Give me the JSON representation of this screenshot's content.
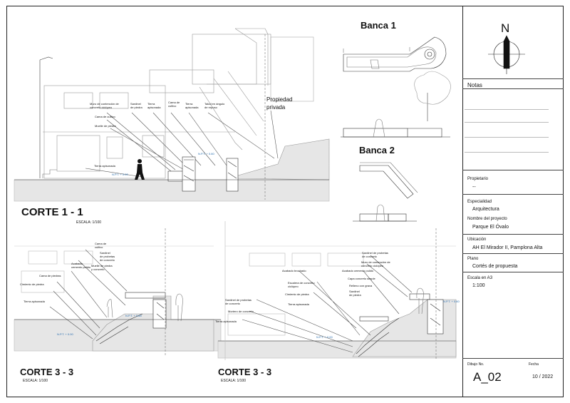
{
  "north": {
    "label": "N"
  },
  "section_titles": {
    "corte_1": "CORTE 1 - 1",
    "corte_1_scale": "ESCALA: 1/100",
    "corte_3a": "CORTE 3 - 3",
    "corte_3a_scale": "ESCALA: 1/100",
    "corte_3b": "CORTE 3 - 3",
    "corte_3b_scale": "ESCALA: 1/100"
  },
  "banca_1": "Banca 1",
  "banca_2": "Banca 2",
  "propiedad_privada": "Propiedad\nprivada",
  "corte1_labels": [
    "Muro de contención de\nconcreto ciclópeo",
    "Sardinel\nde piedra",
    "Tierra\napisonada",
    "Cama de\ncultivo",
    "Tierra\napisonada",
    "Talud en ángulo\nde reposo",
    "Cama de cultivo",
    "Muelle de piedra",
    "Tierra apisonada"
  ],
  "corte3a_labels": [
    "Cama de\ncultivo",
    "Sardinel\nde probetas\nde concreto",
    "Acabado\ncemento pulido",
    "Muelle de piedra\ny concreto",
    "Cama de piedras",
    "Cimiento de piedra",
    "Tierra apisonada"
  ],
  "corte3b_labels": [
    "Sardinel de probetas\nde concreto",
    "Muro de contención de\nconcreto ciclópeo",
    "Acabado brochado",
    "Acabado cemento pulido",
    "Capa concreto simple",
    "Escalera de concreto\nciclópeo",
    "Relleno con grava",
    "Cimiento de piedra",
    "Sardinel\nde piedra",
    "Sardinel de probetas\nde concreto",
    "Tierra apisonada",
    "Mortero de concreto",
    "Tierra apisonada"
  ],
  "levels": {
    "c1_a": "N.P.T. + 0.60",
    "c1_b": "N.P.T. + 0.00",
    "c3a_a": "N.P.T. + 0.60",
    "c3a_b": "N.P.T. + 0.00",
    "c3b_a": "N.P.T. + 0.60",
    "c3b_b": "N.P.T. + 0.00"
  },
  "panel": {
    "notas": "Notas",
    "propietario_label": "Propietario",
    "propietario_value": "--",
    "especialidad_label": "Especialidad",
    "especialidad_value": "Arquitectura",
    "proyecto_label": "Nombre del proyecto",
    "proyecto_value": "Parque El Óvalo",
    "ubicacion_label": "Ubicación",
    "ubicacion_value": "AH El Mirador II, Pamplona Alta",
    "plano_label": "Plano",
    "plano_value": "Cortés de propuesta",
    "escala_label": "Escala en A3",
    "escala_value": "1:100",
    "dibujo_label": "Dibujo No.",
    "dibujo_value": "A_02",
    "fecha_label": "Fecha",
    "fecha_value": "10 / 2022"
  }
}
